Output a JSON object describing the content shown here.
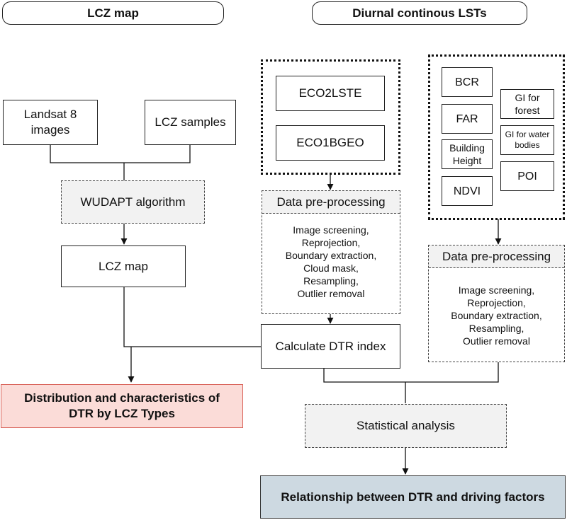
{
  "headers": {
    "lcz_map": "LCZ map",
    "diurnal": "Diurnal continous LSTs"
  },
  "left": {
    "landsat": "Landsat 8\nimages",
    "lcz_samples": "LCZ samples",
    "wudapt": "WUDAPT algorithm",
    "lcz_map_box": "LCZ map",
    "distribution": "Distribution and characteristics of\nDTR by LCZ Types"
  },
  "middle": {
    "eco2lste": "ECO2LSTE",
    "eco1bgeo": "ECO1BGEO",
    "preproc_title": "Data pre-processing",
    "preproc_steps": "Image screening,\nReprojection,\nBoundary extraction,\nCloud mask,\nResampling,\nOutlier removal",
    "calculate": "Calculate DTR index"
  },
  "right": {
    "bcr": "BCR",
    "far": "FAR",
    "building_height": "Building\nHeight",
    "ndvi": "NDVI",
    "gi_forest": "GI for\nforest",
    "gi_water": "GI for water\nbodies",
    "poi": "POI",
    "preproc_title": "Data pre-processing",
    "preproc_steps": "Image screening,\nReprojection,\nBoundary extraction,\nResampling,\nOutlier removal"
  },
  "bottom": {
    "statistical": "Statistical analysis",
    "relationship": "Relationship between DTR and driving factors"
  },
  "colors": {
    "distribution_fill": "#fbdcd8",
    "distribution_border": "#d9635a",
    "relationship_fill": "#cdd9e1",
    "relationship_border": "#333333",
    "gray_fill": "#f2f2f2"
  }
}
